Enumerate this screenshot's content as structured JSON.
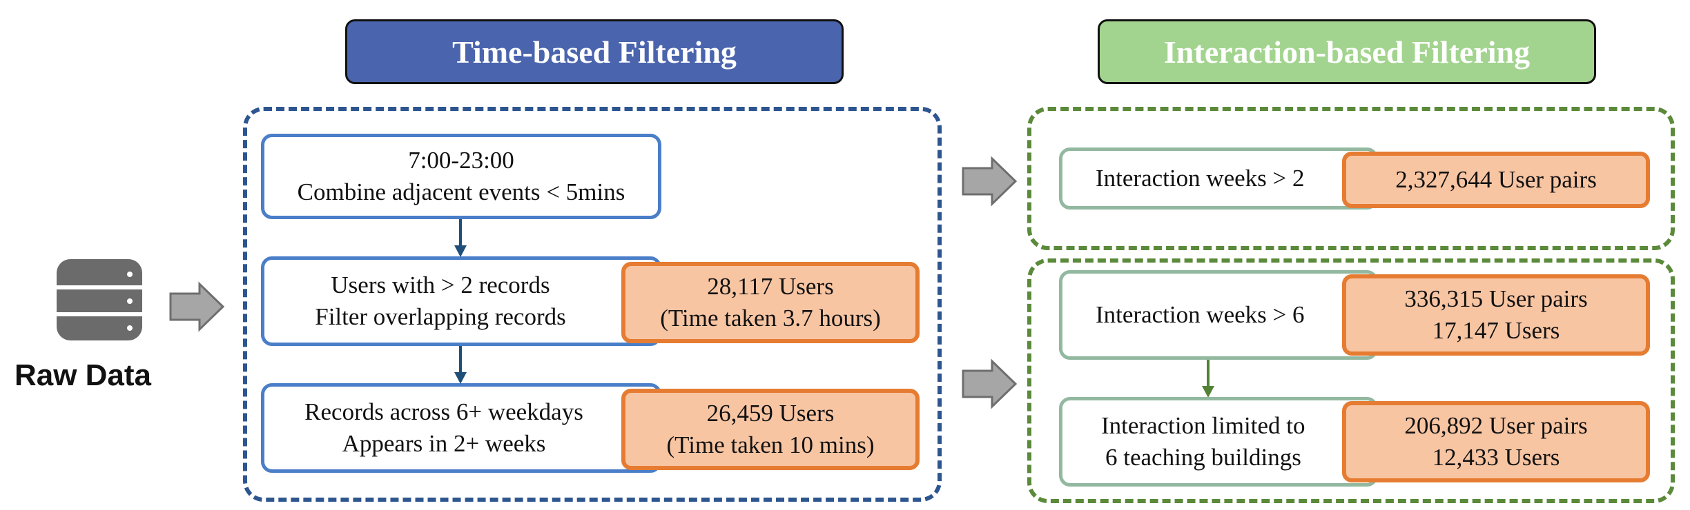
{
  "raw": {
    "label": "Raw Data",
    "icon": "database-icon"
  },
  "time_section": {
    "title": "Time-based Filtering",
    "step1": {
      "line1": "7:00-23:00",
      "line2": "Combine adjacent events < 5mins"
    },
    "step2": {
      "line1": "Users with > 2 records",
      "line2": "Filter overlapping records",
      "result_line1": "28,117 Users",
      "result_line2": "(Time taken 3.7 hours)"
    },
    "step3": {
      "line1": "Records across 6+ weekdays",
      "line2": "Appears in 2+ weeks",
      "result_line1": "26,459 Users",
      "result_line2": "(Time taken 10 mins)"
    }
  },
  "interaction_section": {
    "title": "Interaction-based Filtering",
    "group1": {
      "step": "Interaction weeks > 2",
      "result_line1": "2,327,644 User pairs"
    },
    "group2": {
      "step": "Interaction weeks > 6",
      "result_line1": "336,315 User pairs",
      "result_line2": "17,147 Users",
      "step2_line1": "Interaction limited to",
      "step2_line2": "6 teaching buildings",
      "result2_line1": "206,892 User pairs",
      "result2_line2": "12,433 Users"
    }
  },
  "colors": {
    "time_header": "#4a64ad",
    "interaction_header": "#a3d48f",
    "result_fill": "#f8c5a3",
    "result_border": "#e57c32",
    "blue_dash": "#2d5590",
    "green_dash": "#5b8a3a"
  }
}
